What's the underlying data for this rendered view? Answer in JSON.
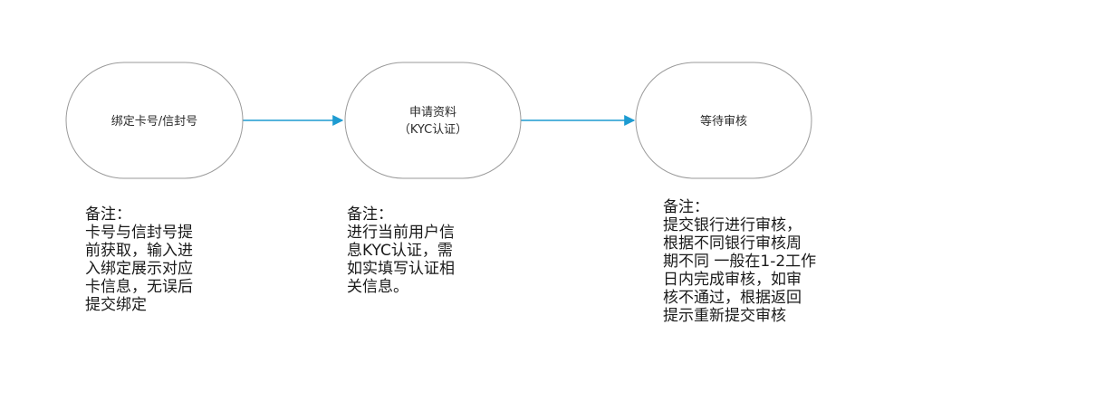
{
  "steps": [
    {
      "lines": [
        "绑定卡号/信封号"
      ]
    },
    {
      "lines": [
        "申请资料",
        "（KYC认证）"
      ]
    },
    {
      "lines": [
        "等待审核"
      ]
    }
  ],
  "notes": [
    {
      "title": "备注：",
      "lines": [
        "卡号与信封号提",
        "前获取，输入进",
        "入绑定展示对应",
        "卡信息，无误后",
        "提交绑定"
      ]
    },
    {
      "title": "备注：",
      "lines": [
        "进行当前用户信",
        "息KYC认证，需",
        "如实填写认证相",
        "关信息。"
      ]
    },
    {
      "title": "备注：",
      "lines": [
        "提交银行进行审核，",
        "根据不同银行审核周",
        "期不同 一般在1-2工作",
        "日内完成审核，如审",
        "核不通过，根据返回",
        "提示重新提交审核"
      ]
    }
  ],
  "colors": {
    "node_stroke": "#9a9a9a",
    "node_fill": "#ffffff",
    "connector": "#1d9bd1"
  }
}
